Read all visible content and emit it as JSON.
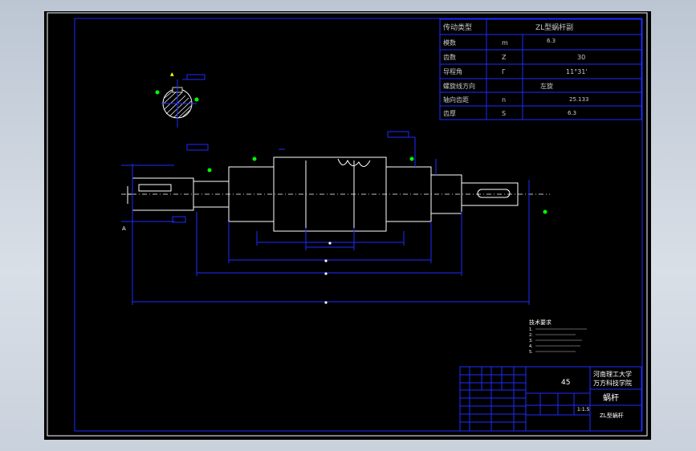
{
  "params_table": {
    "header": [
      "传动类型",
      "ZL型蜗杆副"
    ],
    "rows": [
      {
        "label": "模数",
        "symbol": "m",
        "value": "6.3"
      },
      {
        "label": "齿数",
        "symbol": "Z",
        "value": "30"
      },
      {
        "label": "导程角",
        "symbol": "Γ",
        "value": "11°31'"
      },
      {
        "label": "螺旋线方向",
        "symbol": "",
        "value": "左旋"
      },
      {
        "label": "轴向齿距",
        "symbol": "n",
        "value": "25.133"
      },
      {
        "label": "齿厚",
        "symbol": "S",
        "value": "6.3"
      }
    ]
  },
  "notes": {
    "heading": "技术要求",
    "lines": [
      "1.",
      "2.",
      "3.",
      "4.",
      "5."
    ]
  },
  "title_block": {
    "material": "45",
    "school_line1": "河南理工大学",
    "school_line2": "万方科技学院",
    "part_name": "蜗杆",
    "drawing_no": "ZL型蜗杆",
    "scale": "1:1.5"
  },
  "labels": {
    "section_a": "A"
  }
}
